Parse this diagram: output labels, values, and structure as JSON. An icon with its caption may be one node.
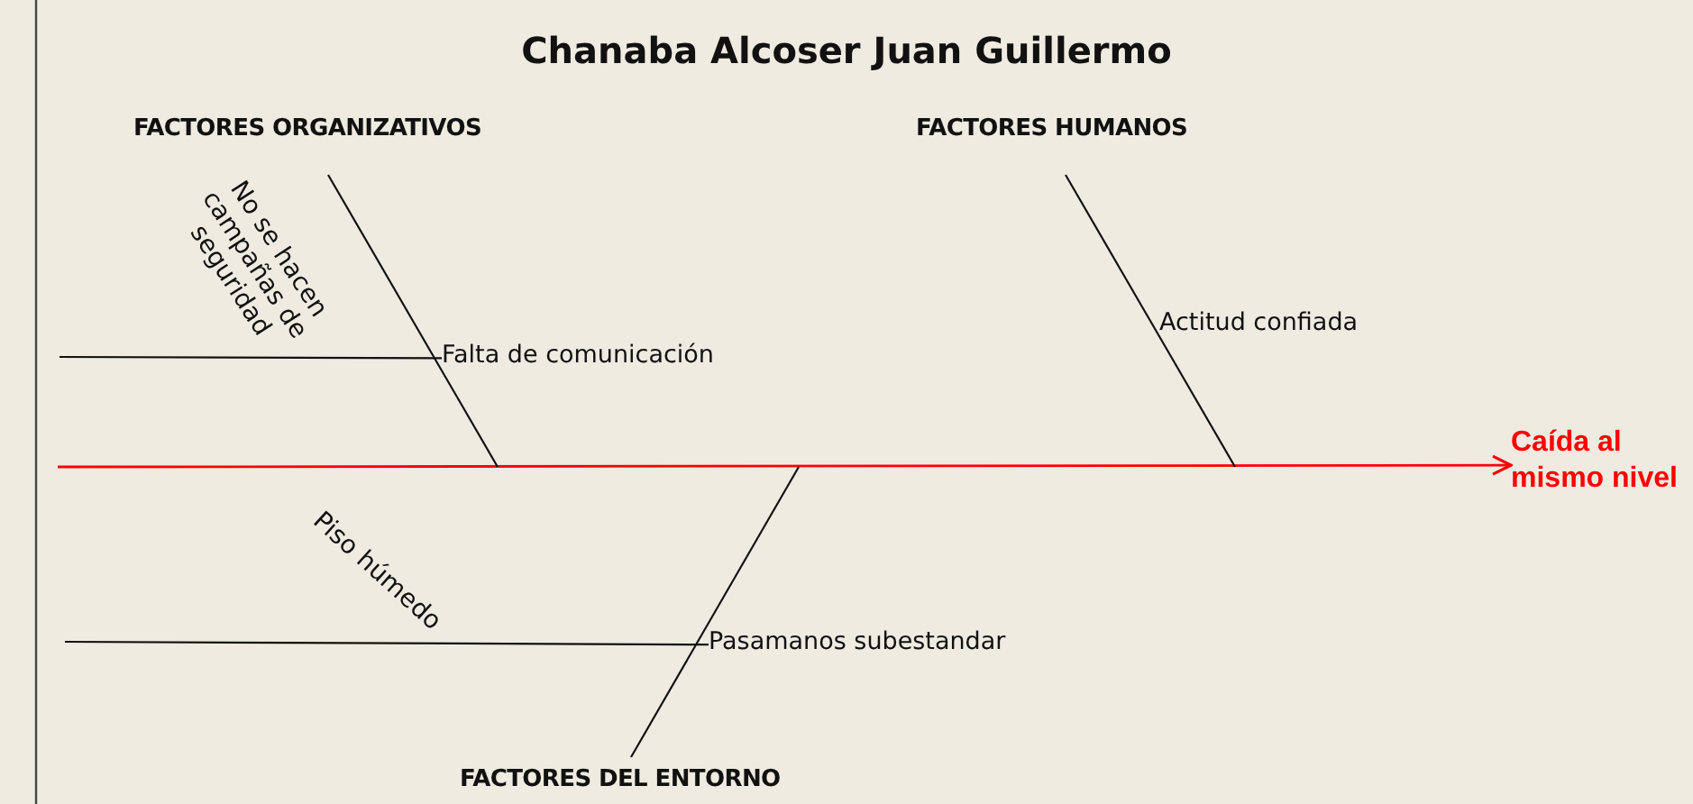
{
  "diagram": {
    "title": "Chanaba Alcoser Juan Guillermo",
    "nodes": [
      {
        "text": [
          "FACTORES ORGANIZATIVOS"
        ]
      },
      {
        "text": [
          "FACTORES HUMANOS"
        ]
      },
      {
        "text": [
          "Falta de comunicación"
        ]
      },
      {
        "text": [
          "Actitud confiada"
        ]
      },
      {
        "text": [
          "Pasamanos subestandar"
        ]
      },
      {
        "text": [
          "FACTORES DEL ENTORNO"
        ]
      },
      {
        "text": [
          "Caída al mismo nivel"
        ]
      }
    ],
    "edges": [
      {
        "from": null,
        "to": 6,
        "arrow": "to",
        "color": "#ff0000"
      },
      {
        "from": 0,
        "to": null,
        "arrow": "none"
      },
      {
        "from": 1,
        "to": null,
        "arrow": "none"
      },
      {
        "from": 5,
        "to": null,
        "arrow": "none"
      },
      {
        "from": null,
        "to": 2,
        "arrow": "none"
      },
      {
        "from": null,
        "to": 4,
        "arrow": "none"
      }
    ],
    "labels": [
      "No se hacen campañas de seguridad",
      "Piso húmedo"
    ]
  }
}
